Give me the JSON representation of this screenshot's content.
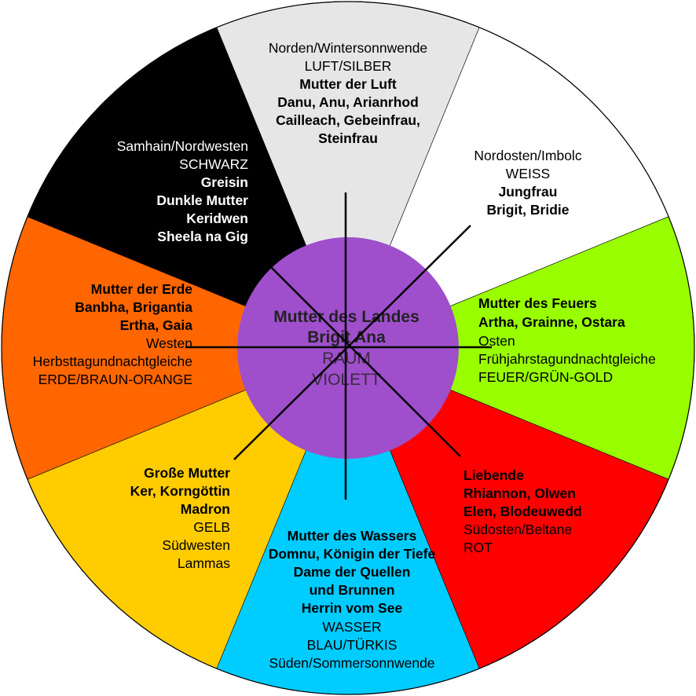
{
  "colors": {
    "north": "#e6e6e6",
    "northeast": "#ffffff",
    "east": "#99ff00",
    "southeast": "#ff0000",
    "south": "#00ccff",
    "southwest": "#ffcc00",
    "west": "#ff6600",
    "northwest": "#000000",
    "center": "#9f4fcc",
    "outline": "#000000"
  },
  "segments": {
    "north": {
      "lines": [
        "Norden/Wintersonnwende",
        "LUFT/SILBER",
        "Mutter der Luft",
        "Danu, Anu, Arianrhod",
        "Cailleach, Gebeinfrau,",
        "Steinfrau"
      ]
    },
    "northeast": {
      "lines": [
        "Nordosten/Imbolc",
        "WEISS",
        "Jungfrau",
        "Brigit, Bridie"
      ]
    },
    "east": {
      "lines": [
        "Mutter des Feuers",
        "Artha, Grainne, Ostara",
        "Osten",
        "Frühjahrstagundnachtgleiche",
        "FEUER/GRÜN-GOLD"
      ]
    },
    "southeast": {
      "lines": [
        "Liebende",
        "Rhiannon, Olwen",
        "Elen, Blodeuwedd",
        "Südosten/Beltane",
        "ROT"
      ]
    },
    "south": {
      "lines": [
        "Mutter des Wassers",
        "Domnu, Königin der Tiefe",
        "Dame der Quellen",
        "und Brunnen",
        "Herrin vom See",
        "WASSER",
        "BLAU/TÜRKIS",
        "Süden/Sommersonnwende"
      ]
    },
    "southwest": {
      "lines": [
        "Große Mutter",
        "Ker, Korngöttin",
        "Madron",
        "GELB",
        "Südwesten",
        "Lammas"
      ]
    },
    "west": {
      "lines": [
        "Mutter der Erde",
        "Banbha, Brigantia",
        "Ertha, Gaia",
        "Westen",
        "Herbsttagundnachtgleiche",
        "ERDE/BRAUN-ORANGE"
      ]
    },
    "northwest": {
      "lines": [
        "Samhain/Nordwesten",
        "SCHWARZ",
        "Greisin",
        "Dunkle Mutter",
        "Keridwen",
        "Sheela na Gig"
      ]
    }
  },
  "center": {
    "lines": [
      "Mutter des Landes",
      "Brigit Ana",
      "RAUM",
      "VIOLETT"
    ]
  }
}
